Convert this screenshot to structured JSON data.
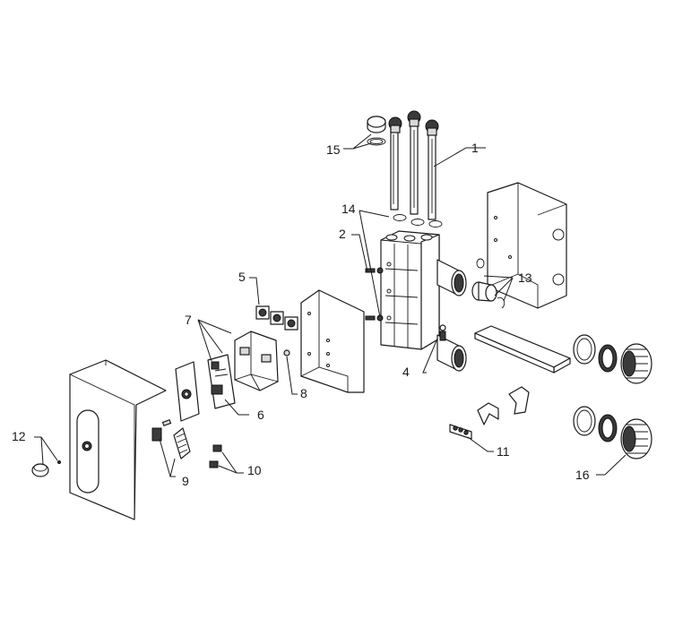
{
  "callouts": {
    "c1": "1",
    "c2": "2",
    "c4": "4",
    "c5": "5",
    "c6": "6",
    "c7": "7",
    "c8": "8",
    "c9": "9",
    "c10": "10",
    "c11": "11",
    "c12": "12",
    "c13": "13",
    "c14": "14",
    "c15": "15",
    "c16": "16"
  }
}
